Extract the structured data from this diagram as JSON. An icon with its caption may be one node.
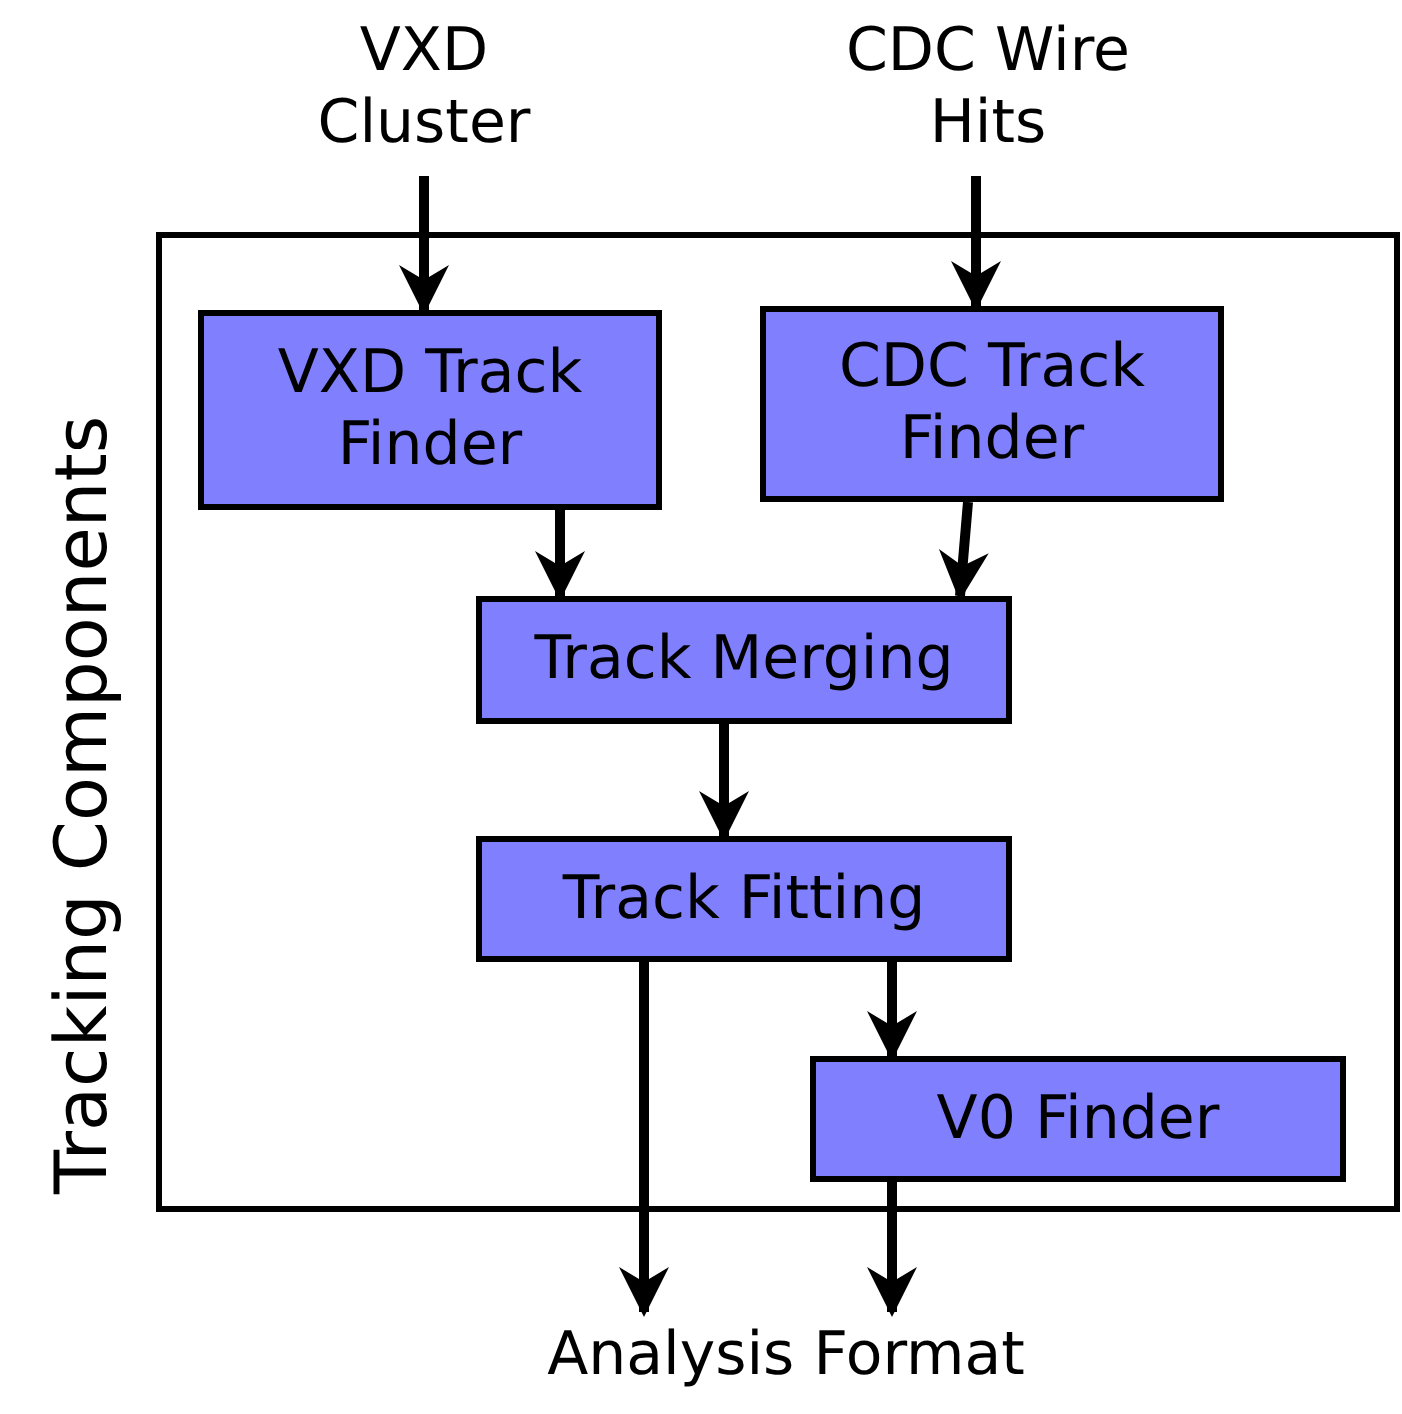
{
  "diagram": {
    "nodes": [
      {
        "text": [
          "Tracking Components"
        ]
      },
      {
        "text": [
          "VXD Cluster"
        ]
      },
      {
        "text": [
          "CDC Wire Hits"
        ]
      },
      {
        "text": [
          "VXD Track Finder"
        ],
        "in": 0
      },
      {
        "text": [
          "CDC Track Finder"
        ],
        "in": 0
      },
      {
        "text": [
          "Track Merging"
        ],
        "in": 0
      },
      {
        "text": [
          "Track Fitting"
        ],
        "in": 0
      },
      {
        "text": [
          "V0 Finder"
        ],
        "in": 0
      },
      {
        "text": [
          "Analysis Format"
        ]
      }
    ],
    "edges": [
      {
        "from": 1,
        "to": 3,
        "arrow": "to"
      },
      {
        "from": 2,
        "to": 4,
        "arrow": "to"
      },
      {
        "from": 3,
        "to": 5,
        "arrow": "to"
      },
      {
        "from": 4,
        "to": 5,
        "arrow": "to"
      },
      {
        "from": 5,
        "to": 6,
        "arrow": "to"
      },
      {
        "from": 6,
        "to": 8,
        "arrow": "to"
      },
      {
        "from": 6,
        "to": 7,
        "arrow": "to"
      },
      {
        "from": 7,
        "to": 8,
        "arrow": "to"
      }
    ]
  }
}
